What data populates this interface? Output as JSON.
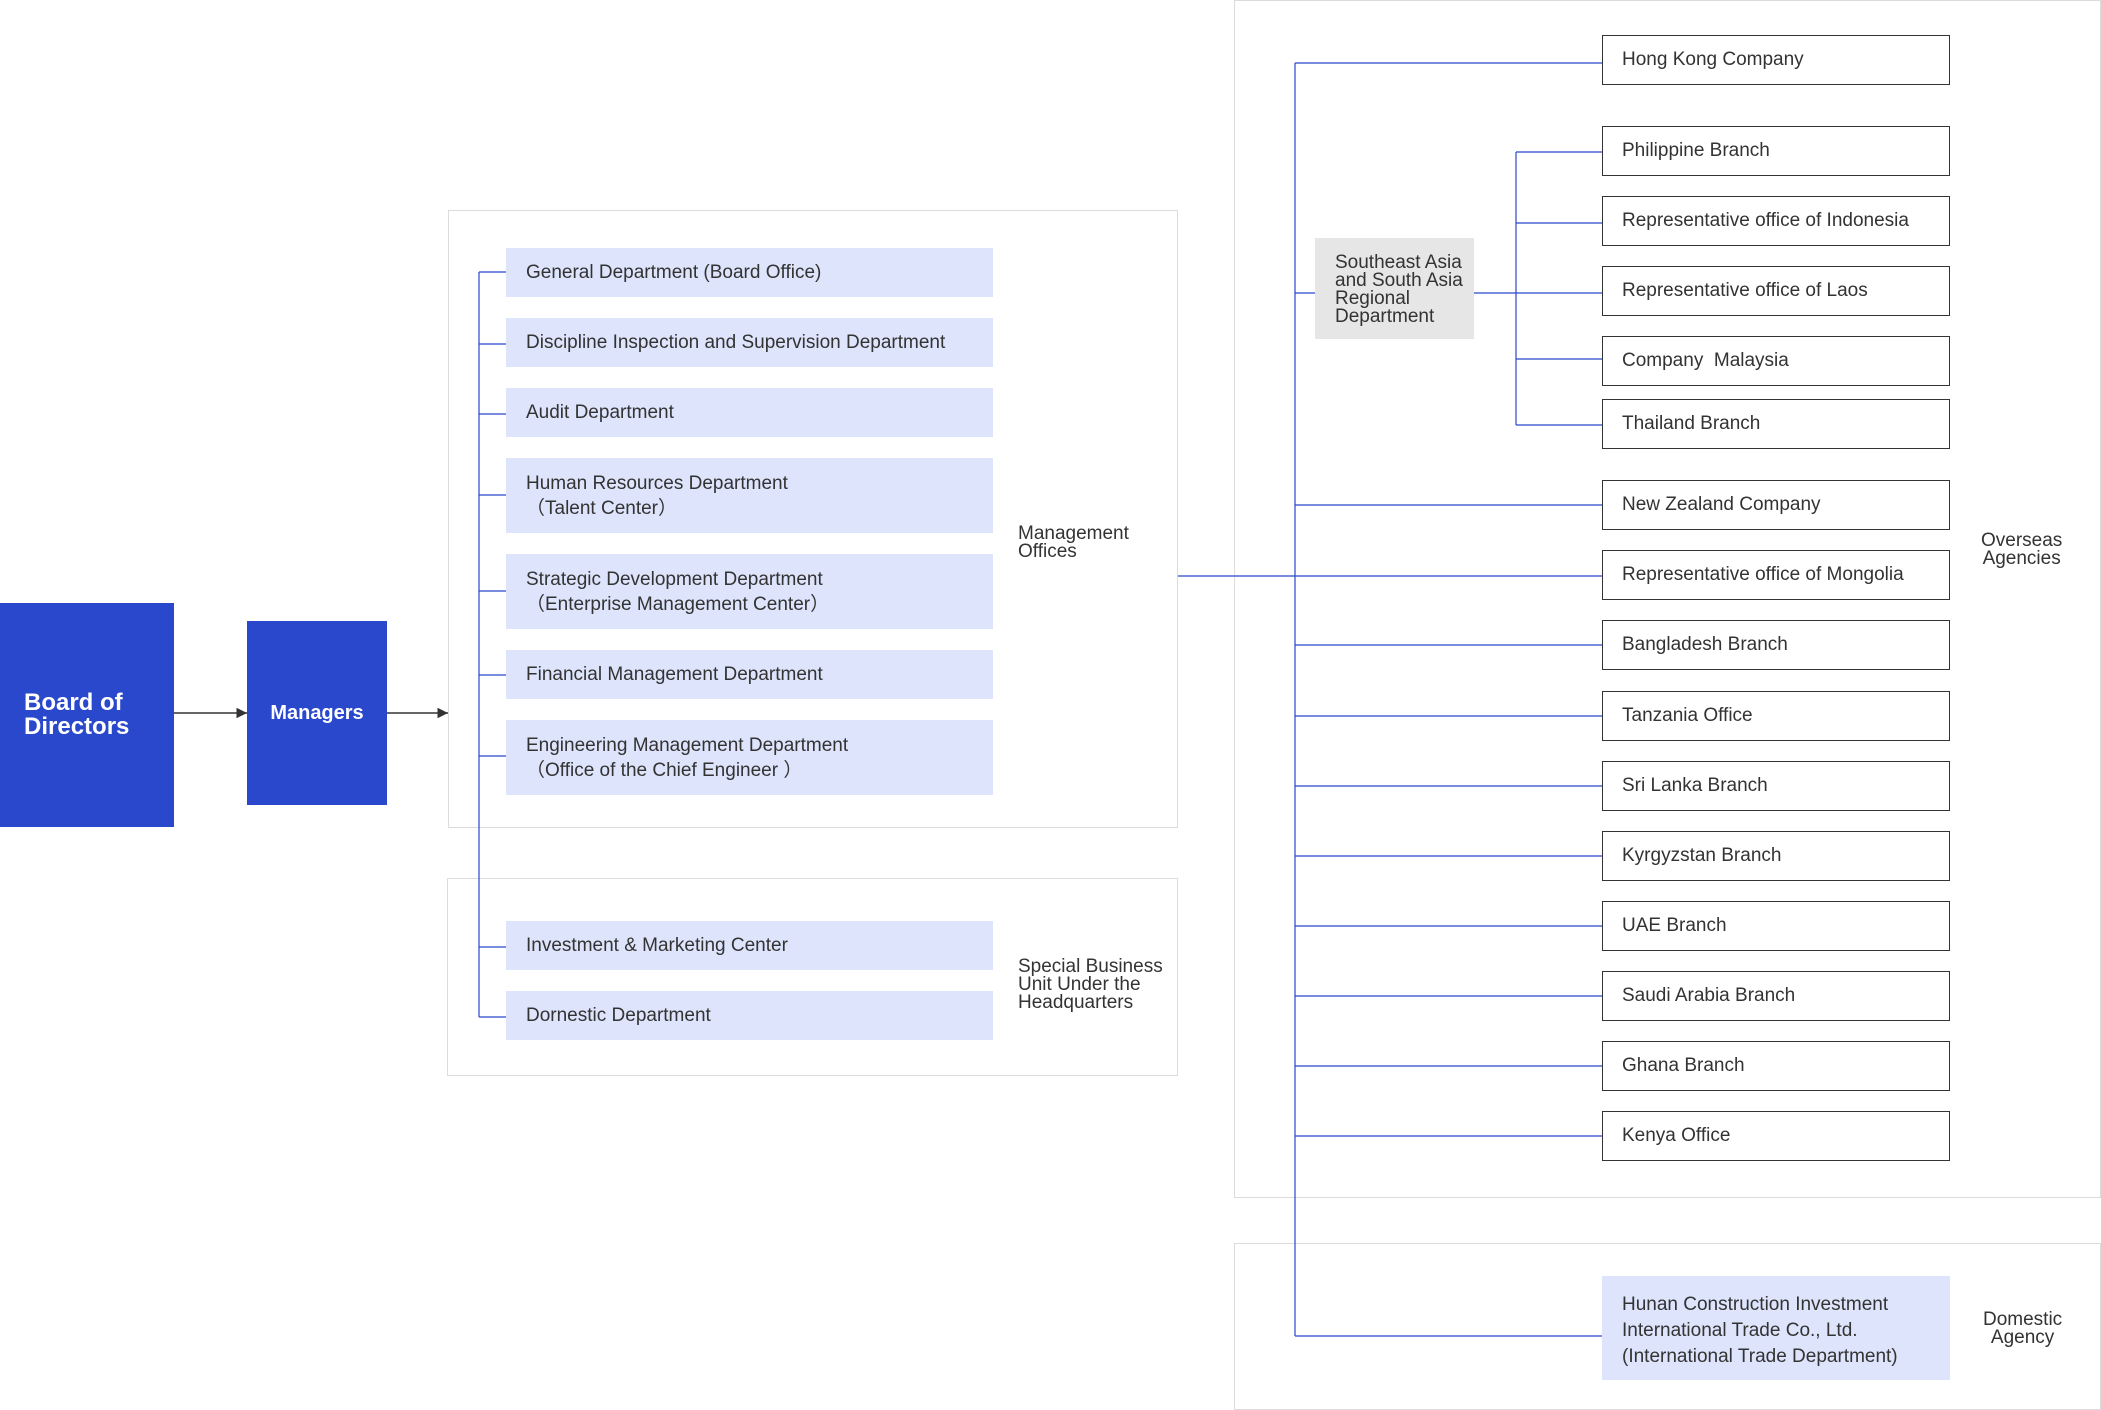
{
  "board": {
    "label": "Board of\nDirectors"
  },
  "managers": {
    "label": "Managers"
  },
  "management_offices": {
    "label": "Management\nOffices",
    "departments": [
      "General Department (Board Office)",
      "Discipline Inspection and Supervision Department",
      "Audit Department",
      "Human Resources Department\n（Talent Center）",
      "Strategic Development Department\n（Enterprise Management Center）",
      "Financial Management Department",
      "Engineering Management Department\n（Office of the Chief Engineer ）"
    ]
  },
  "special_business": {
    "label": "Special Business\nUnit Under the\nHeadquarters",
    "departments": [
      "Investment & Marketing Center",
      "Dornestic Department"
    ]
  },
  "overseas": {
    "label": "Overseas\nAgencies",
    "region": "Southeast Asia\nand South Asia\nRegional\nDepartment",
    "hong_kong": "Hong Kong Company",
    "region_offices": [
      "Philippine Branch",
      "Representative office of Indonesia",
      "Representative office of Laos",
      "Company  Malaysia",
      "Thailand Branch"
    ],
    "offices": [
      "New Zealand Company",
      "Representative office of Mongolia",
      "Bangladesh Branch",
      "Tanzania Office",
      "Sri Lanka Branch",
      "Kyrgyzstan Branch",
      "UAE Branch",
      "Saudi Arabia Branch",
      "Ghana Branch",
      "Kenya Office"
    ]
  },
  "domestic": {
    "label": "Domestic\nAgency",
    "company": "Hunan Construction Investment\nInternational Trade Co., Ltd.\n(International Trade Department)"
  },
  "colors": {
    "primary": "#2a48cc",
    "dept_fill": "#dde4fb",
    "line": "#2a48cc",
    "region_fill": "#e6e6e6"
  }
}
